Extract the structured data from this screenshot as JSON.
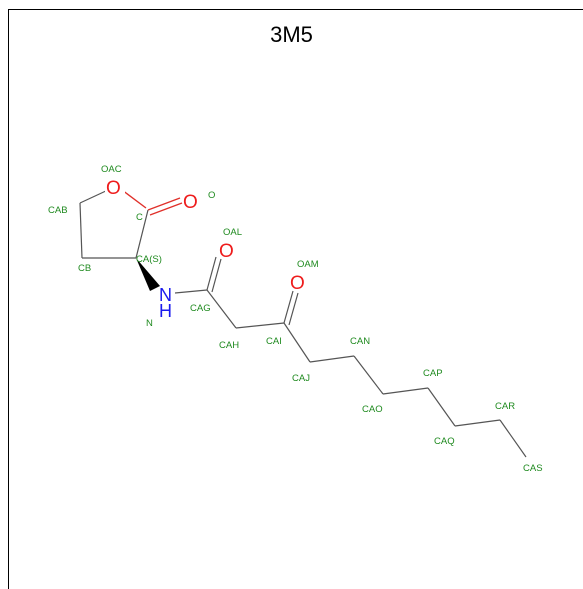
{
  "title": "3M5",
  "colors": {
    "carbon_bond": "#555555",
    "oxygen": "#ee1c1c",
    "nitrogen": "#1a1aee",
    "atom_label": "#1f8a1f"
  },
  "atoms": {
    "O_ring": "O",
    "O_carbonyl": "O",
    "O_amide": "O",
    "O_keto": "O",
    "N": "N",
    "H": "H"
  },
  "labels": {
    "OAC": "OAC",
    "O": "O",
    "CAB": "CAB",
    "C": "C",
    "OAL": "OAL",
    "CB": "CB",
    "CA": "CA(S)",
    "OAM": "OAM",
    "N": "N",
    "CAG": "CAG",
    "CAH": "CAH",
    "CAI": "CAI",
    "CAN": "CAN",
    "CAJ": "CAJ",
    "CAP": "CAP",
    "CAO": "CAO",
    "CAR": "CAR",
    "CAQ": "CAQ",
    "CAS": "CAS"
  }
}
